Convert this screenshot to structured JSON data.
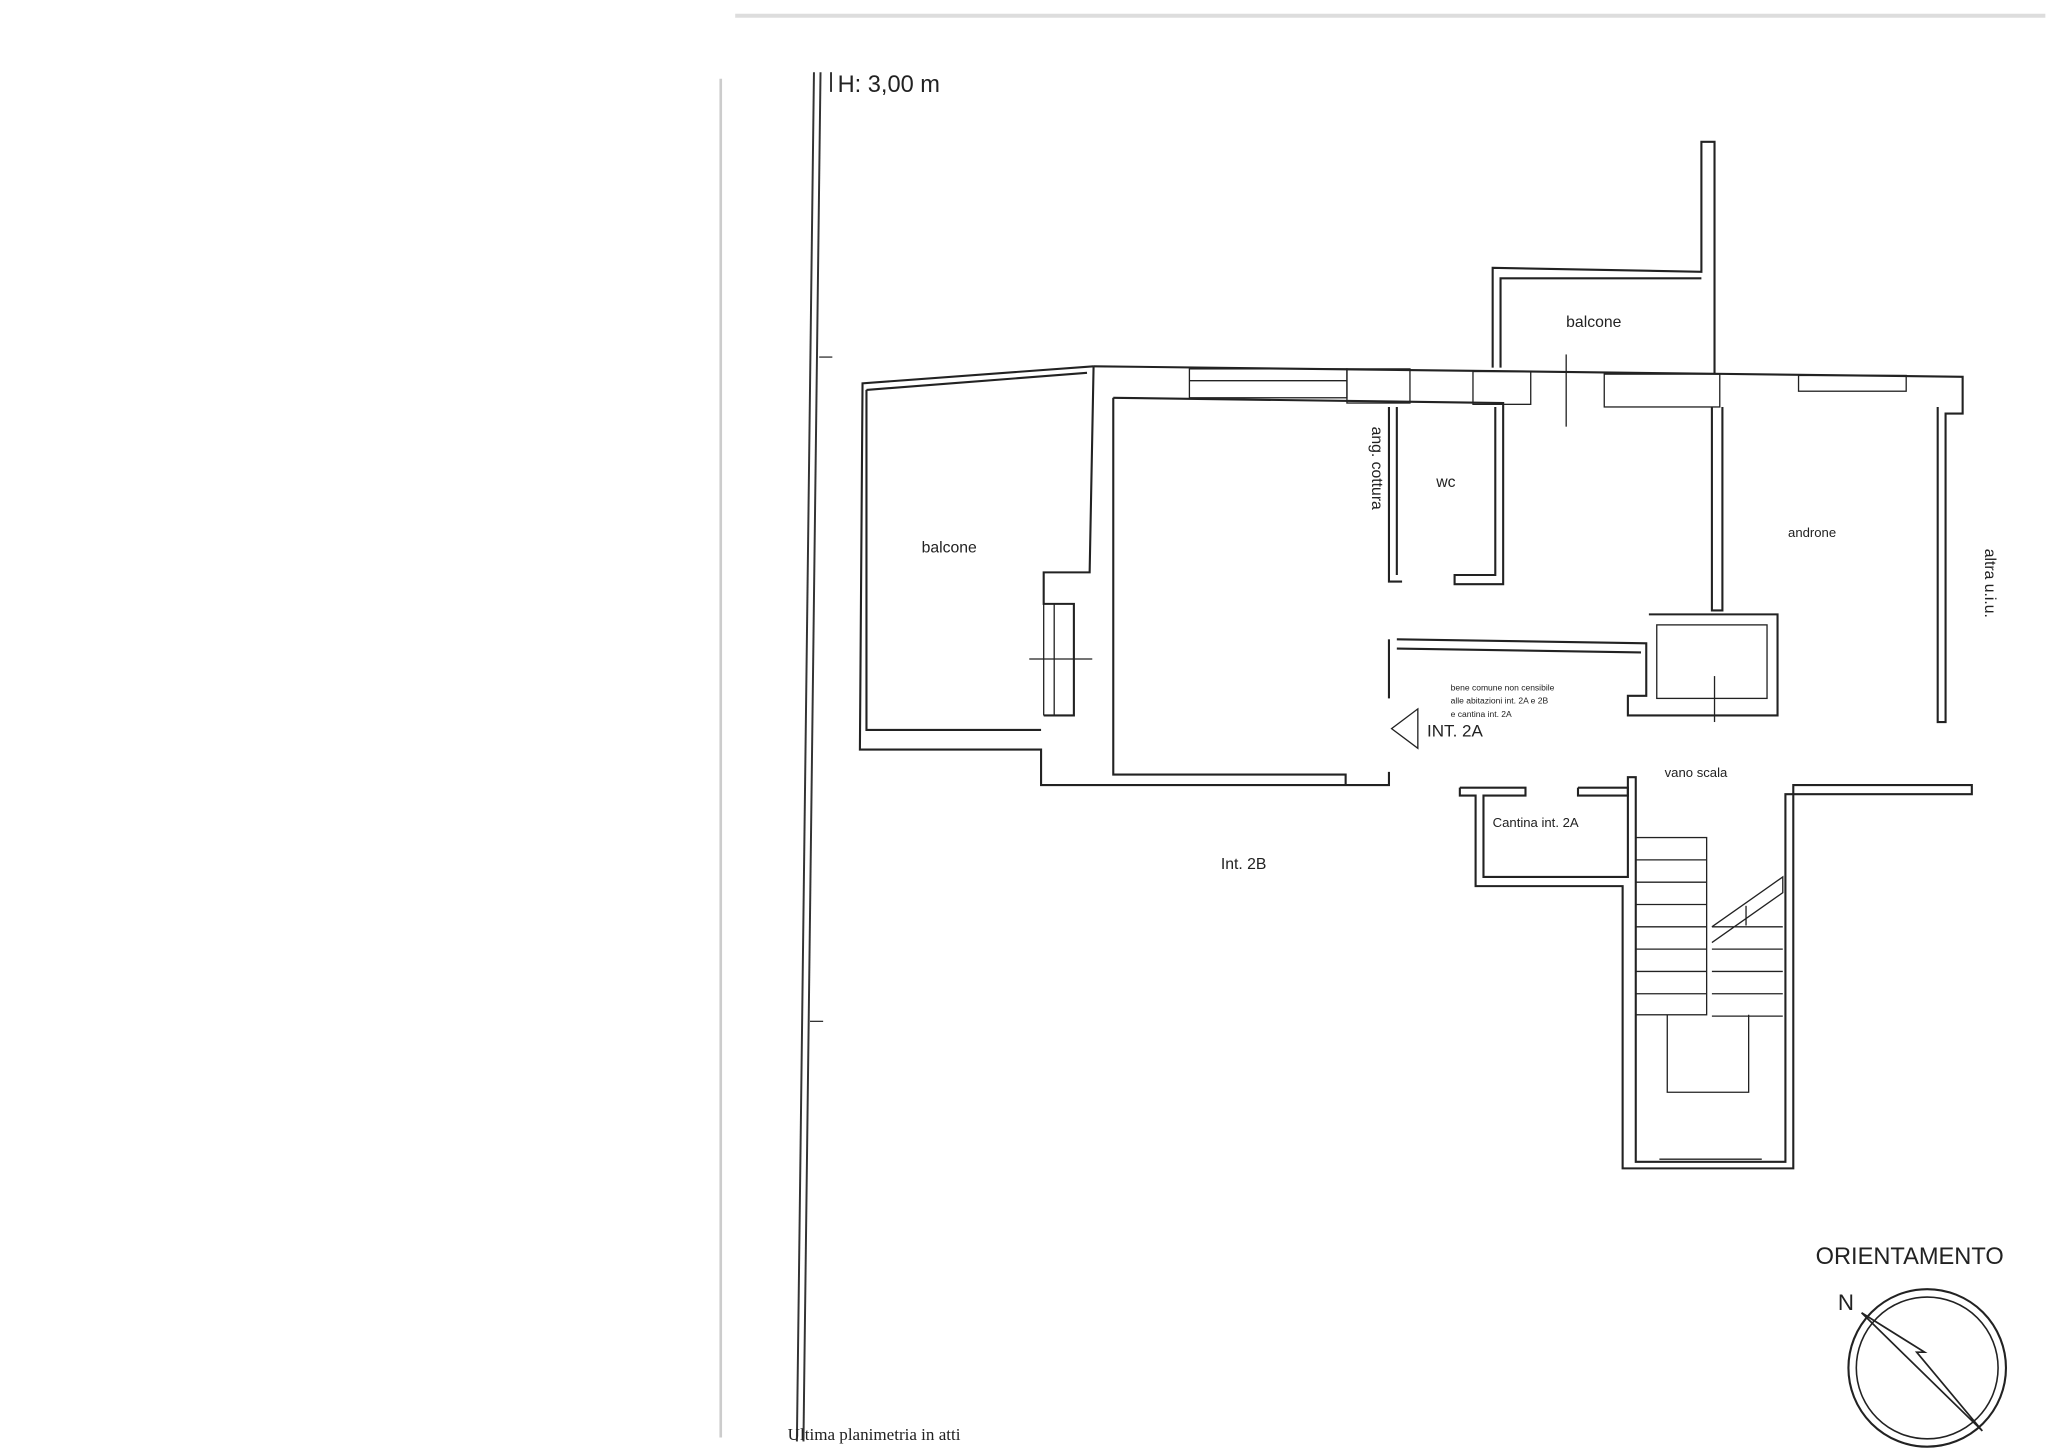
{
  "height_label": "H: 3,00 m",
  "rooms": {
    "balcone_left": "balcone",
    "balcone_top": "balcone",
    "kitchen": "ang. cottura",
    "wc": "wc",
    "androne": "androne",
    "other_unit": "altra u.i.u.",
    "common_note": [
      "bene comune non censibile",
      "alle abitazioni int. 2A e 2B",
      "e cantina int. 2A"
    ],
    "entrance": "INT. 2A",
    "stairs": "vano scala",
    "cellar": "Cantina int. 2A",
    "int_2b": "Int. 2B"
  },
  "compass": {
    "title": "ORIENTAMENTO",
    "north": "N"
  },
  "footer": "Ultima planimetria in atti"
}
